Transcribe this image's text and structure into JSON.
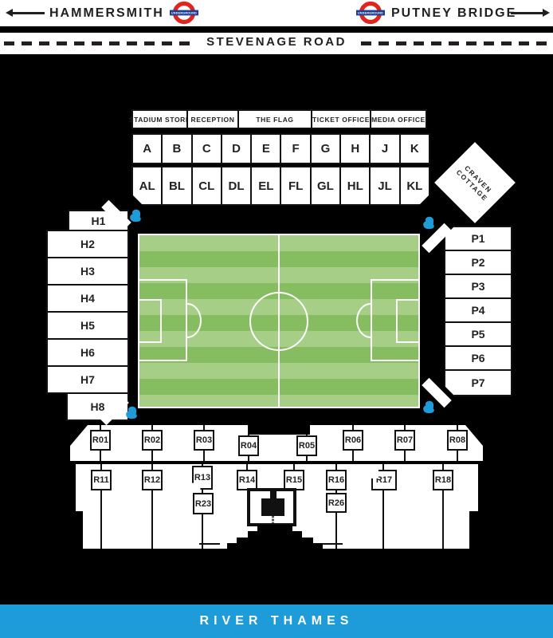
{
  "header": {
    "station_left": "HAMMERSMITH",
    "station_right": "PUTNEY BRIDGE",
    "roundel": "UNDERGROUND",
    "road": "STEVENAGE ROAD"
  },
  "facilities": [
    "STADIUM STORE",
    "RECEPTION",
    "THE FLAG",
    "TICKET OFFICE",
    "MEDIA OFFICE"
  ],
  "blocks": {
    "north_upper": [
      "A",
      "B",
      "C",
      "D",
      "E",
      "F",
      "G",
      "H",
      "J",
      "K"
    ],
    "north_lower": [
      "AL",
      "BL",
      "CL",
      "DL",
      "EL",
      "FL",
      "GL",
      "HL",
      "JL",
      "KL"
    ],
    "hammersmith_end": [
      "H1",
      "H2",
      "H3",
      "H4",
      "H5",
      "H6",
      "H7",
      "H8"
    ],
    "putney_end": [
      "P1",
      "P2",
      "P3",
      "P4",
      "P5",
      "P6",
      "P7"
    ],
    "riverside_upper": [
      "R01",
      "R02",
      "R03",
      "R04",
      "R05",
      "R06",
      "R07",
      "R08"
    ],
    "riverside_lower": [
      "R11",
      "R12",
      "R13",
      "R14",
      "R15",
      "R16",
      "R17",
      "R18"
    ],
    "riverside_rear": [
      "R23",
      "R26"
    ]
  },
  "cottage": {
    "line1": "CRAVEN",
    "line2": "COTTAGE"
  },
  "river_label": "RIVER THAMES",
  "colors": {
    "river_blue": "#1e9cd9",
    "accessible_blue": "#1e9cd9",
    "pitch_light": "#a6ce87",
    "pitch_dark": "#85bd60",
    "roundel_red": "#e1251b",
    "roundel_blue": "#1c3f94"
  }
}
